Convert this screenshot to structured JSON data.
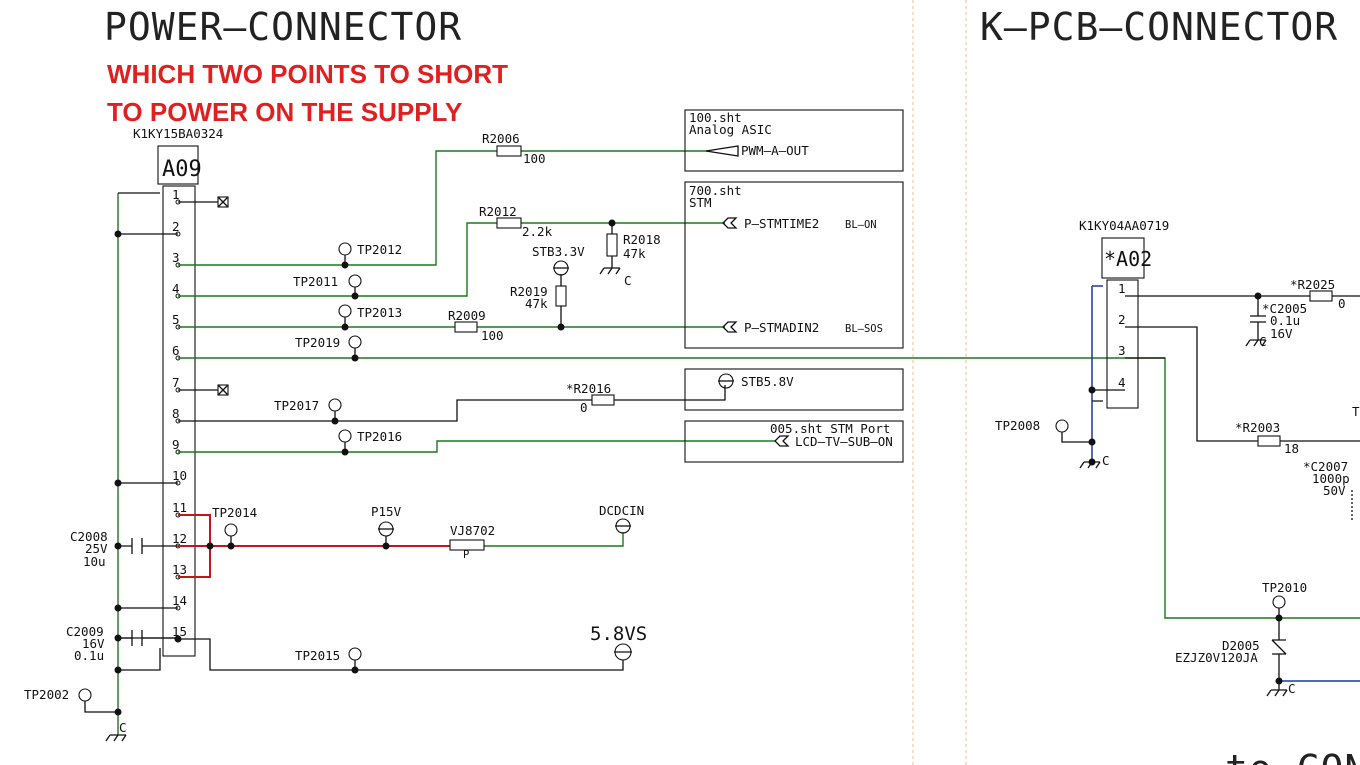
{
  "titles": {
    "left": "POWER–CONNECTOR",
    "right": "K–PCB–CONNECTOR",
    "bottom_partial": "to CON"
  },
  "annotation": {
    "line1": "WHICH TWO POINTS TO SHORT",
    "line2": "TO POWER ON THE SUPPLY",
    "color": "#e02020"
  },
  "connector_a09": {
    "part_number": "K1KY15BA0324",
    "ref": "A09",
    "pins": [
      "1",
      "2",
      "3",
      "4",
      "5",
      "6",
      "7",
      "8",
      "9",
      "10",
      "11",
      "12",
      "13",
      "14",
      "15"
    ]
  },
  "connector_a02": {
    "part_number": "K1KY04AA0719",
    "ref": "*A02",
    "pins": [
      "1",
      "2",
      "3",
      "4"
    ]
  },
  "testpoints": {
    "tp2012": "TP2012",
    "tp2011": "TP2011",
    "tp2013": "TP2013",
    "tp2019": "TP2019",
    "tp2017": "TP2017",
    "tp2016": "TP2016",
    "tp2014": "TP2014",
    "tp2015": "TP2015",
    "tp2002": "TP2002",
    "tp2008": "TP2008",
    "tp2010": "TP2010",
    "tp_partial": "T"
  },
  "components": {
    "r2006": {
      "ref": "R2006",
      "value": "100"
    },
    "r2012": {
      "ref": "R2012",
      "value": "2.2k"
    },
    "r2018": {
      "ref": "R2018",
      "value": "47k"
    },
    "r2019": {
      "ref": "R2019",
      "value": "47k"
    },
    "r2009": {
      "ref": "R2009",
      "value": "100"
    },
    "r2016": {
      "ref": "*R2016",
      "value": "0"
    },
    "r2025": {
      "ref": "*R2025",
      "value": "0"
    },
    "r2003": {
      "ref": "*R2003",
      "value": "18"
    },
    "c2008": {
      "ref": "C2008",
      "v": "25V",
      "value": "10u"
    },
    "c2009": {
      "ref": "C2009",
      "v": "16V",
      "value": "0.1u"
    },
    "c2005": {
      "ref": "*C2005",
      "value": "0.1u",
      "v": "16V"
    },
    "c2007": {
      "ref": "*C2007",
      "value": "1000p",
      "v": "50V"
    },
    "vj8702": {
      "ref": "VJ8702",
      "pin": "P"
    },
    "d2005": {
      "ref": "D2005",
      "part": "EZJZ0V120JA"
    }
  },
  "rails": {
    "stb33": "STB3.3V",
    "stb58": "STB5.8V",
    "p15v": "P15V",
    "dcdcin": "DCDCIN",
    "vs58": "5.8VS",
    "gnd": "C"
  },
  "sheets": {
    "analog": {
      "file": "100.sht",
      "name": "Analog ASIC",
      "signal": "PWM–A–OUT"
    },
    "stm": {
      "file": "700.sht",
      "name": "STM",
      "sig1": "P–STMTIME2",
      "sig1_note": "BL–ON",
      "sig2": "P–STMADIN2",
      "sig2_note": "BL–SOS"
    },
    "stm_port": {
      "file": "005.sht STM Port",
      "signal": "LCD–TV–SUB–ON"
    }
  }
}
